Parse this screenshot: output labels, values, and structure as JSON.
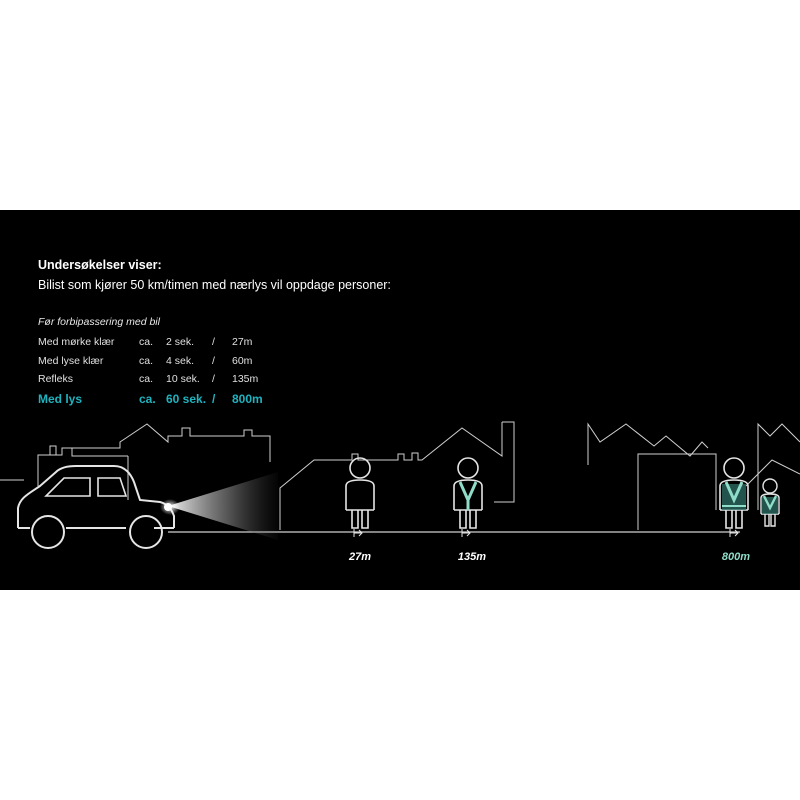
{
  "header": {
    "title": "Undersøkelser viser:",
    "subtitle": "Bilist som kjører 50 km/timen med nærlys vil oppdage personer:"
  },
  "table": {
    "caption": "Før forbipassering med bil",
    "rows": [
      {
        "label": "Med mørke klær",
        "approx": "ca.",
        "seconds": "2 sek.",
        "sep": "/",
        "distance": "27m"
      },
      {
        "label": "Med lyse klær",
        "approx": "ca.",
        "seconds": "4 sek.",
        "sep": "/",
        "distance": "60m"
      },
      {
        "label": "Refleks",
        "approx": "ca.",
        "seconds": "10 sek.",
        "sep": "/",
        "distance": "135m"
      },
      {
        "label": "Med lys",
        "approx": "ca.",
        "seconds": "60 sek.",
        "sep": "/",
        "distance": "800m"
      }
    ]
  },
  "markers": {
    "dark_clothes": "27m",
    "reflector": "135m",
    "light": "800m"
  },
  "colors": {
    "background": "#000000",
    "line": "#cfcfcf",
    "highlight": "#1fb3bf",
    "reflector": "#8fdcc8"
  }
}
